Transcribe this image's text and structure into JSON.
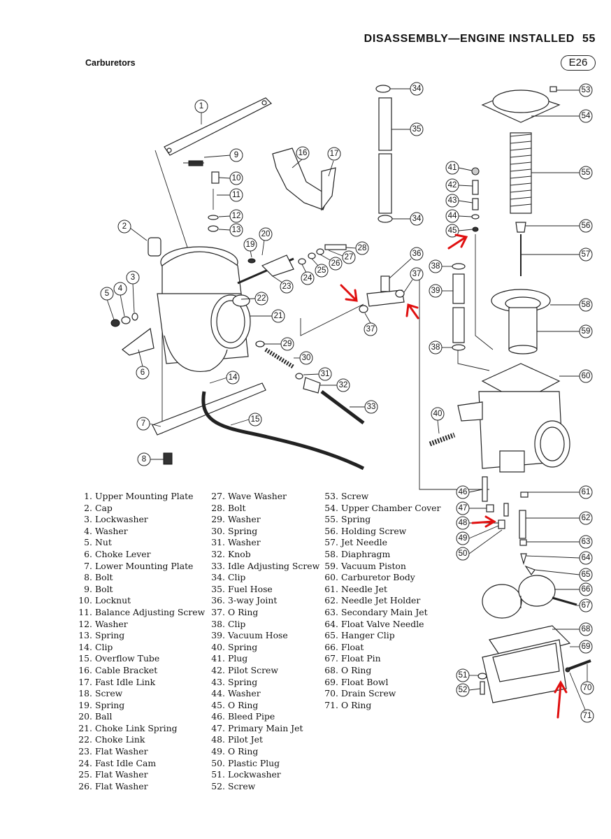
{
  "header": {
    "title": "DISASSEMBLY—ENGINE INSTALLED",
    "page_number": "55"
  },
  "section": "Carburetors",
  "figure_label": "E26",
  "legend": {
    "col1": [
      {
        "n": "1.",
        "t": "Upper Mounting Plate"
      },
      {
        "n": "2.",
        "t": "Cap"
      },
      {
        "n": "3.",
        "t": "Lockwasher"
      },
      {
        "n": "4.",
        "t": "Washer"
      },
      {
        "n": "5.",
        "t": "Nut"
      },
      {
        "n": "6.",
        "t": "Choke Lever"
      },
      {
        "n": "7.",
        "t": "Lower Mounting Plate"
      },
      {
        "n": "8.",
        "t": "Bolt"
      },
      {
        "n": "9.",
        "t": "Bolt"
      },
      {
        "n": "10.",
        "t": "Locknut"
      },
      {
        "n": "11.",
        "t": "Balance Adjusting Screw"
      },
      {
        "n": "12.",
        "t": "Washer"
      },
      {
        "n": "13.",
        "t": "Spring"
      },
      {
        "n": "14.",
        "t": "Clip"
      },
      {
        "n": "15.",
        "t": "Overflow Tube"
      },
      {
        "n": "16.",
        "t": "Cable Bracket"
      },
      {
        "n": "17.",
        "t": "Fast Idle Link"
      },
      {
        "n": "18.",
        "t": "Screw"
      },
      {
        "n": "19.",
        "t": "Spring"
      },
      {
        "n": "20.",
        "t": "Ball"
      },
      {
        "n": "21.",
        "t": "Choke Link Spring"
      },
      {
        "n": "22.",
        "t": "Choke Link"
      },
      {
        "n": "23.",
        "t": "Flat Washer"
      },
      {
        "n": "24.",
        "t": "Fast Idle Cam"
      },
      {
        "n": "25.",
        "t": "Flat Washer"
      },
      {
        "n": "26.",
        "t": "Flat Washer"
      }
    ],
    "col2": [
      {
        "n": "27.",
        "t": "Wave Washer"
      },
      {
        "n": "28.",
        "t": "Bolt"
      },
      {
        "n": "29.",
        "t": "Washer"
      },
      {
        "n": "30.",
        "t": "Spring"
      },
      {
        "n": "31.",
        "t": "Washer"
      },
      {
        "n": "32.",
        "t": "Knob"
      },
      {
        "n": "33.",
        "t": "Idle Adjusting Screw"
      },
      {
        "n": "34.",
        "t": "Clip"
      },
      {
        "n": "35.",
        "t": "Fuel Hose"
      },
      {
        "n": "36.",
        "t": "3-way Joint"
      },
      {
        "n": "37.",
        "t": "O Ring"
      },
      {
        "n": "38.",
        "t": "Clip"
      },
      {
        "n": "39.",
        "t": "Vacuum Hose"
      },
      {
        "n": "40.",
        "t": "Spring"
      },
      {
        "n": "41.",
        "t": "Plug"
      },
      {
        "n": "42.",
        "t": "Pilot Screw"
      },
      {
        "n": "43.",
        "t": "Spring"
      },
      {
        "n": "44.",
        "t": "Washer"
      },
      {
        "n": "45.",
        "t": "O Ring"
      },
      {
        "n": "46.",
        "t": "Bleed Pipe"
      },
      {
        "n": "47.",
        "t": "Primary Main Jet"
      },
      {
        "n": "48.",
        "t": "Pilot Jet"
      },
      {
        "n": "49.",
        "t": "O Ring"
      },
      {
        "n": "50.",
        "t": "Plastic Plug"
      },
      {
        "n": "51.",
        "t": "Lockwasher"
      },
      {
        "n": "52.",
        "t": "Screw"
      }
    ],
    "col3": [
      {
        "n": "53.",
        "t": "Screw"
      },
      {
        "n": "54.",
        "t": "Upper Chamber Cover"
      },
      {
        "n": "55.",
        "t": "Spring"
      },
      {
        "n": "56.",
        "t": "Holding Screw"
      },
      {
        "n": "57.",
        "t": "Jet Needle"
      },
      {
        "n": "58.",
        "t": "Diaphragm"
      },
      {
        "n": "59.",
        "t": "Vacuum Piston"
      },
      {
        "n": "60.",
        "t": "Carburetor Body"
      },
      {
        "n": "61.",
        "t": "Needle Jet"
      },
      {
        "n": "62.",
        "t": "Needle Jet Holder"
      },
      {
        "n": "63.",
        "t": "Secondary Main Jet"
      },
      {
        "n": "64.",
        "t": "Float Valve Needle"
      },
      {
        "n": "65.",
        "t": "Hanger Clip"
      },
      {
        "n": "66.",
        "t": "Float"
      },
      {
        "n": "67.",
        "t": "Float Pin"
      },
      {
        "n": "68.",
        "t": "O Ring"
      },
      {
        "n": "69.",
        "t": "Float Bowl"
      },
      {
        "n": "70.",
        "t": "Drain Screw"
      },
      {
        "n": "71.",
        "t": "O Ring"
      }
    ]
  },
  "callouts": [
    "1",
    "2",
    "3",
    "4",
    "5",
    "6",
    "7",
    "8",
    "9",
    "10",
    "11",
    "12",
    "13",
    "14",
    "15",
    "16",
    "17",
    "19",
    "20",
    "21",
    "22",
    "23",
    "24",
    "25",
    "26",
    "27",
    "28",
    "29",
    "30",
    "31",
    "32",
    "33",
    "34",
    "35",
    "36",
    "37",
    "38",
    "39",
    "40",
    "41",
    "42",
    "43",
    "44",
    "45",
    "46",
    "47",
    "48",
    "49",
    "50",
    "51",
    "52",
    "53",
    "54",
    "55",
    "56",
    "57",
    "58",
    "59",
    "60",
    "61",
    "62",
    "63",
    "64",
    "65",
    "66",
    "67",
    "68",
    "69",
    "70",
    "71"
  ],
  "colors": {
    "annotation_arrow": "#e01010",
    "ink": "#111111"
  }
}
